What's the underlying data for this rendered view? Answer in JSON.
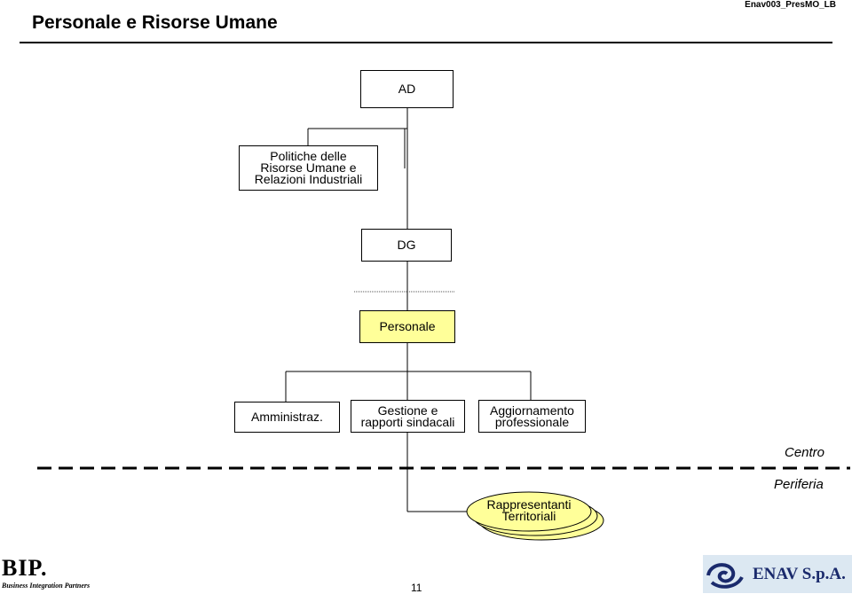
{
  "header": {
    "title": "Personale e Risorse Umane",
    "doc_code": "Enav003_PresMO_LB"
  },
  "org": {
    "ad": "AD",
    "politiche": "Politiche delle\nRisorse Umane e\nRelazioni Industriali",
    "dg": "DG",
    "personale": "Personale",
    "amministraz": "Amministraz.",
    "gestione": "Gestione e\nrapporti sindacali",
    "aggiornamento": "Aggiornamento\nprofessionale",
    "rappresentanti": "Rappresentanti\nTerritoriali"
  },
  "labels": {
    "centro": "Centro",
    "periferia": "Periferia"
  },
  "footer": {
    "page_number": "11",
    "bip_logo": "BIP.",
    "bip_tagline": "Business Integration Partners",
    "enav_logo": "ENAV S.p.A."
  },
  "colors": {
    "personale_fill": "#ffff99",
    "enav_blue": "#1a2a6c"
  }
}
